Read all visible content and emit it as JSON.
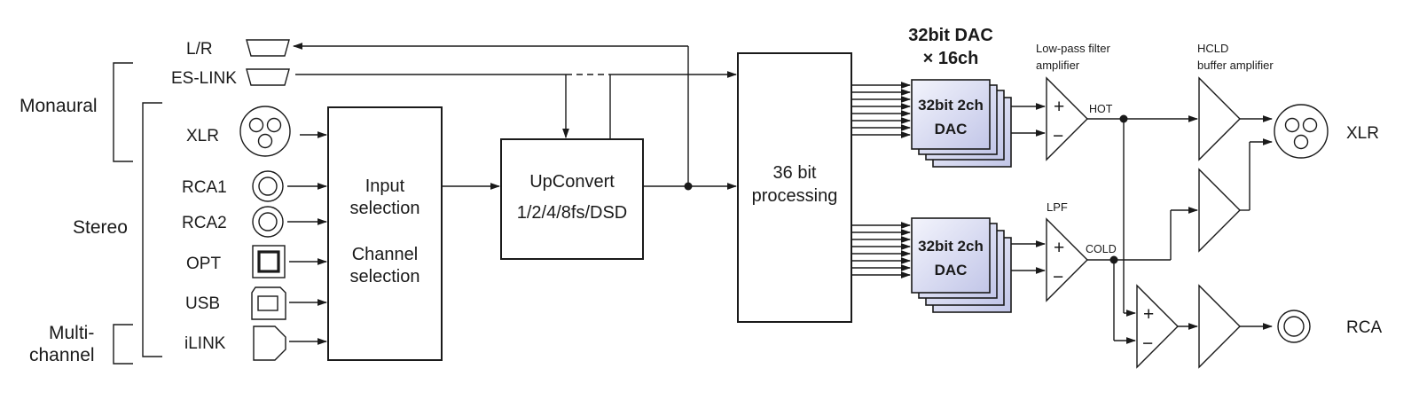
{
  "groups": {
    "monaural": "Monaural",
    "stereo": "Stereo",
    "multichannel_1": "Multi-",
    "multichannel_2": "channel"
  },
  "inputs": {
    "lr": "L/R",
    "eslink": "ES-LINK",
    "xlr": "XLR",
    "rca1": "RCA1",
    "rca2": "RCA2",
    "opt": "OPT",
    "usb": "USB",
    "ilink": "iLINK"
  },
  "blocks": {
    "input_selection_1": "Input",
    "input_selection_2": "selection",
    "channel_selection_1": "Channel",
    "channel_selection_2": "selection",
    "upconvert_1": "UpConvert",
    "upconvert_2": "1/2/4/8fs/DSD",
    "processing_1": "36 bit",
    "processing_2": "processing",
    "dac_header_1": "32bit DAC",
    "dac_header_2": "× 16ch",
    "dac_1": "32bit 2ch",
    "dac_2": "DAC"
  },
  "filters": {
    "lowpass_1": "Low-pass filter",
    "lowpass_2": "amplifier",
    "hcld_1": "HCLD",
    "hcld_2": "buffer amplifier",
    "lpf": "LPF",
    "hot": "HOT",
    "cold": "COLD",
    "plus": "+",
    "minus": "−"
  },
  "outputs": {
    "xlr": "XLR",
    "rca": "RCA"
  },
  "colors": {
    "dac_fill_light": "#f3f4fc",
    "dac_fill_dark": "#c2c6e8",
    "line": "#1a1a1a"
  }
}
